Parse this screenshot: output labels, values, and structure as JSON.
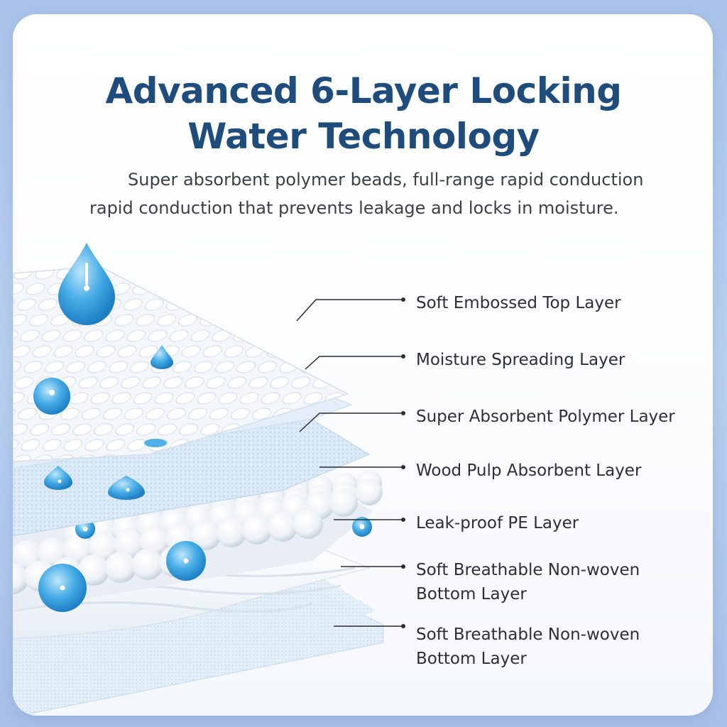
{
  "header": {
    "title_line1": "Advanced 6-Layer Locking",
    "title_line2": "Water Technology",
    "subtitle_line1": "Super absorbent polymer beads, full-range rapid conduction",
    "subtitle_line2": "rapid conduction that prevents leakage and locks in moisture."
  },
  "layers": [
    {
      "label": "Soft Embossed Top Layer"
    },
    {
      "label": "Moisture Spreading Layer"
    },
    {
      "label": "Super Absorbent Polymer Layer"
    },
    {
      "label": "Wood Pulp Absorbent Layer"
    },
    {
      "label": "Leak-proof PE Layer"
    },
    {
      "label_line1": "Soft Breathable Non-woven",
      "label_line2": "Bottom Layer"
    },
    {
      "label_line1": "Soft Breathable Non-woven",
      "label_line2": "Bottom Layer"
    }
  ],
  "colors": {
    "title": "#1e4c7c",
    "water_drop": "#3aa3e0",
    "layer_blue": "#d6e9f6",
    "background": "#b4cbee"
  }
}
